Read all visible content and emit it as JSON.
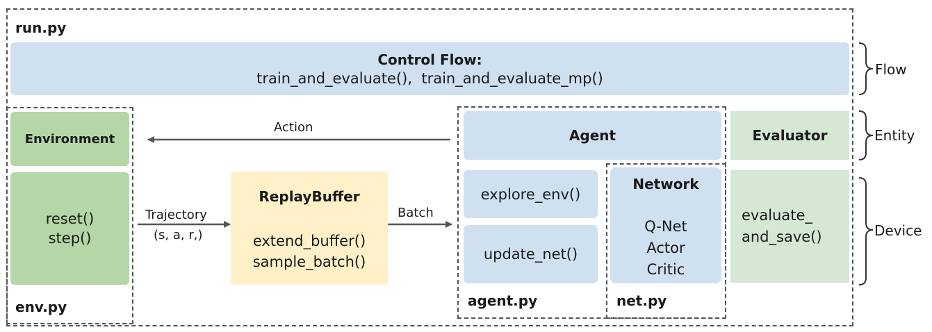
{
  "files": {
    "run": "run.py",
    "env": "env.py",
    "agent": "agent.py",
    "net": "net.py"
  },
  "control_flow": {
    "title": "Control Flow:",
    "functions": "train_and_evaluate(),  train_and_evaluate_mp()"
  },
  "environment": {
    "title": "Environment",
    "methods": [
      "reset()",
      "step()"
    ]
  },
  "replay_buffer": {
    "title": "ReplayBuffer",
    "methods": [
      "extend_buffer()",
      "sample_batch()"
    ]
  },
  "agent": {
    "title": "Agent",
    "methods": [
      "explore_env()",
      "update_net()"
    ]
  },
  "network": {
    "title": "Network",
    "items": [
      "Q-Net",
      "Actor",
      "Critic"
    ]
  },
  "evaluator": {
    "title": "Evaluator",
    "methods": [
      "evaluate_",
      "and_save()"
    ]
  },
  "arrows": {
    "action": "Action",
    "trajectory": "Trajectory",
    "trajectory_tuple": "(s, a, r,)",
    "batch": "Batch"
  },
  "levels": {
    "flow": "Flow",
    "entity": "Entity",
    "device": "Device"
  }
}
